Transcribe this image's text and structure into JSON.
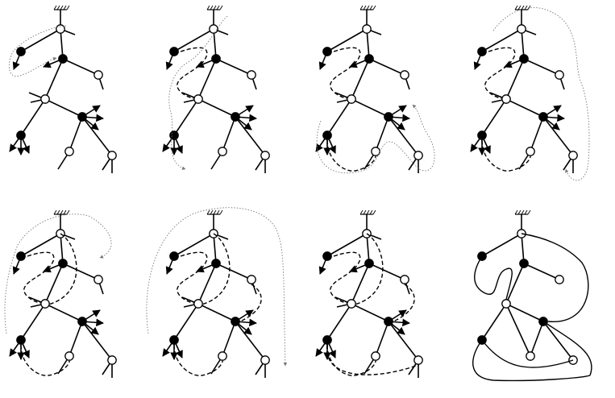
{
  "figure": {
    "panel_count": 8,
    "rows": 2,
    "cols": 4,
    "colors": {
      "background": "#ffffff",
      "ink": "#000000",
      "guide": "#777777"
    },
    "node_kinds": [
      "anchor",
      "black",
      "white"
    ],
    "panels": [
      {
        "id": "p1",
        "guide": "left-start",
        "dashed": []
      },
      {
        "id": "p2",
        "guide": "left-full",
        "dashed": [
          "arc-a"
        ]
      },
      {
        "id": "p3",
        "guide": "bottom-mid",
        "dashed": [
          "arc-a",
          "arc-b"
        ]
      },
      {
        "id": "p4",
        "guide": "top-right",
        "dashed": [
          "arc-a",
          "arc-b"
        ]
      },
      {
        "id": "p5",
        "guide": "left-top",
        "dashed": [
          "arc-a",
          "arc-b",
          "arc-c"
        ]
      },
      {
        "id": "p6",
        "guide": "outer",
        "dashed": [
          "arc-a",
          "arc-b",
          "arc-c",
          "arc-d"
        ]
      },
      {
        "id": "p7",
        "guide": "none",
        "dashed": [
          "arc-a",
          "arc-b",
          "arc-c",
          "arc-d",
          "arc-e"
        ]
      },
      {
        "id": "p8",
        "guide": "none",
        "solid": [
          "arc-a",
          "arc-b",
          "arc-c",
          "arc-d",
          "arc-e"
        ],
        "final": true
      }
    ]
  }
}
